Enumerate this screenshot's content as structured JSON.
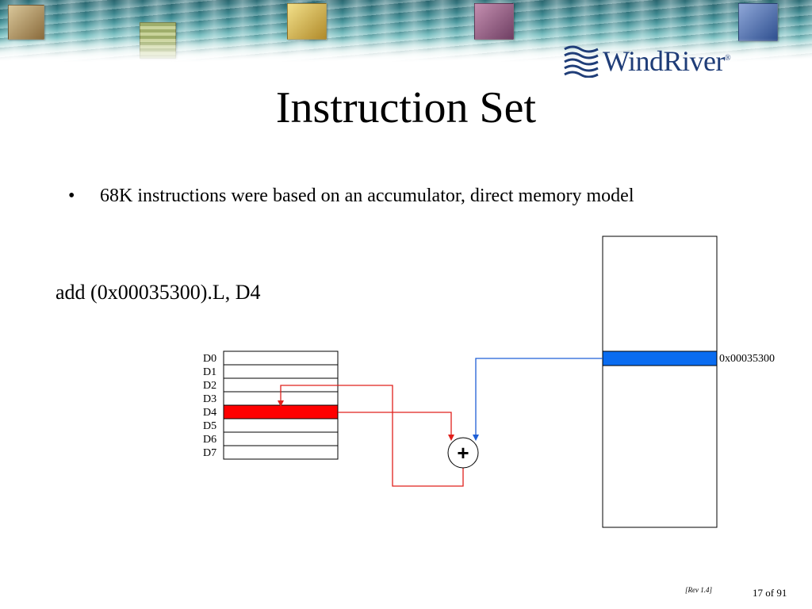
{
  "banner": {
    "icons": [
      "telephone-icon",
      "circuit-board-icon",
      "space-shuttle-icon",
      "document-icon",
      "floppy-disk-icon"
    ]
  },
  "logo": {
    "name": "WindRiver",
    "reg": "®",
    "color": "#1f3d78"
  },
  "title": "Instruction Set",
  "bullets": [
    {
      "text": "68K instructions were based on an accumulator, direct memory model"
    }
  ],
  "instruction": "add (0x00035300).L, D4",
  "registers": {
    "labels": [
      "D0",
      "D1",
      "D2",
      "D3",
      "D4",
      "D5",
      "D6",
      "D7"
    ],
    "highlighted": "D4",
    "highlight_color": "#ff0000"
  },
  "memory": {
    "address_label": "0x00035300",
    "highlight_color": "#0a6cf0"
  },
  "adder": {
    "symbol": "+"
  },
  "arrows": {
    "register_color": "#e0201c",
    "memory_color": "#1f5fd6"
  },
  "footer": {
    "revision": "[Rev 1.4]",
    "page": "17 of 91"
  }
}
